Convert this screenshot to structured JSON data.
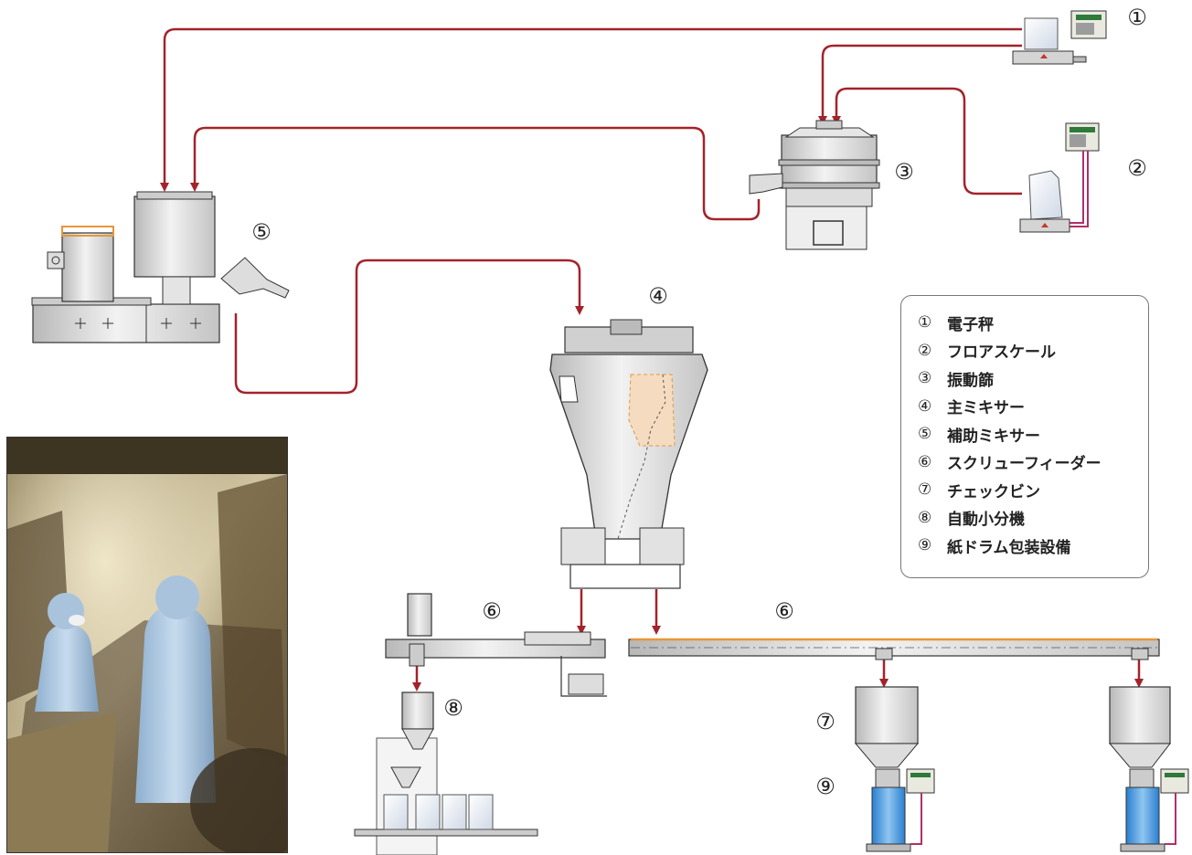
{
  "markers": [
    "①",
    "②",
    "③",
    "④",
    "⑤",
    "⑥",
    "⑥",
    "⑦",
    "⑧",
    "⑨"
  ],
  "legend": [
    {
      "num": "①",
      "label": "電子秤"
    },
    {
      "num": "②",
      "label": "フロアスケール"
    },
    {
      "num": "③",
      "label": "振動篩"
    },
    {
      "num": "④",
      "label": "主ミキサー"
    },
    {
      "num": "⑤",
      "label": "補助ミキサー"
    },
    {
      "num": "⑥",
      "label": "スクリューフィーダー"
    },
    {
      "num": "⑦",
      "label": "チェックビン"
    },
    {
      "num": "⑧",
      "label": "自動小分機"
    },
    {
      "num": "⑨",
      "label": "紙ドラム包装設備"
    }
  ],
  "colors": {
    "flow": "#a3232b",
    "signal": "#b0306a",
    "metal": "#d8d8d8",
    "outline": "#333333",
    "orange": "#e8963a"
  }
}
